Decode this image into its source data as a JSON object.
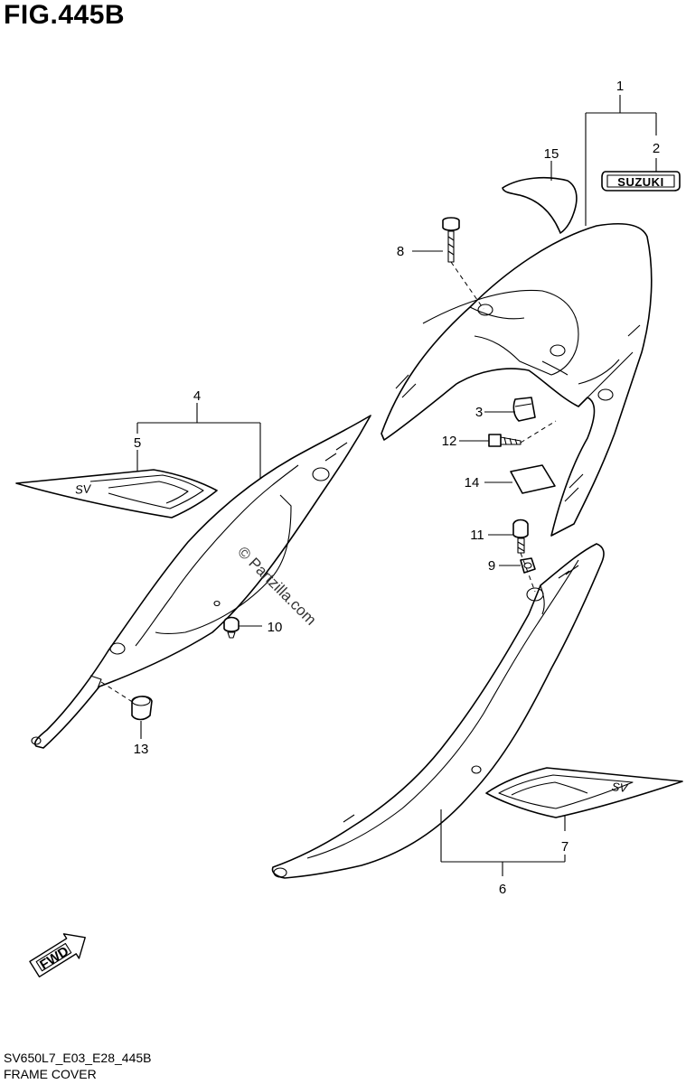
{
  "figure": {
    "title": "FIG.445B",
    "code": "SV650L7_E03_E28_445B",
    "name": "FRAME COVER"
  },
  "callouts": [
    "1",
    "2",
    "3",
    "4",
    "5",
    "6",
    "7",
    "8",
    "9",
    "10",
    "11",
    "12",
    "13",
    "14",
    "15"
  ],
  "emblem_text": "SUZUKI",
  "decal_text": "SV",
  "direction_label": "FWD",
  "watermark": "© Partzilla.com"
}
